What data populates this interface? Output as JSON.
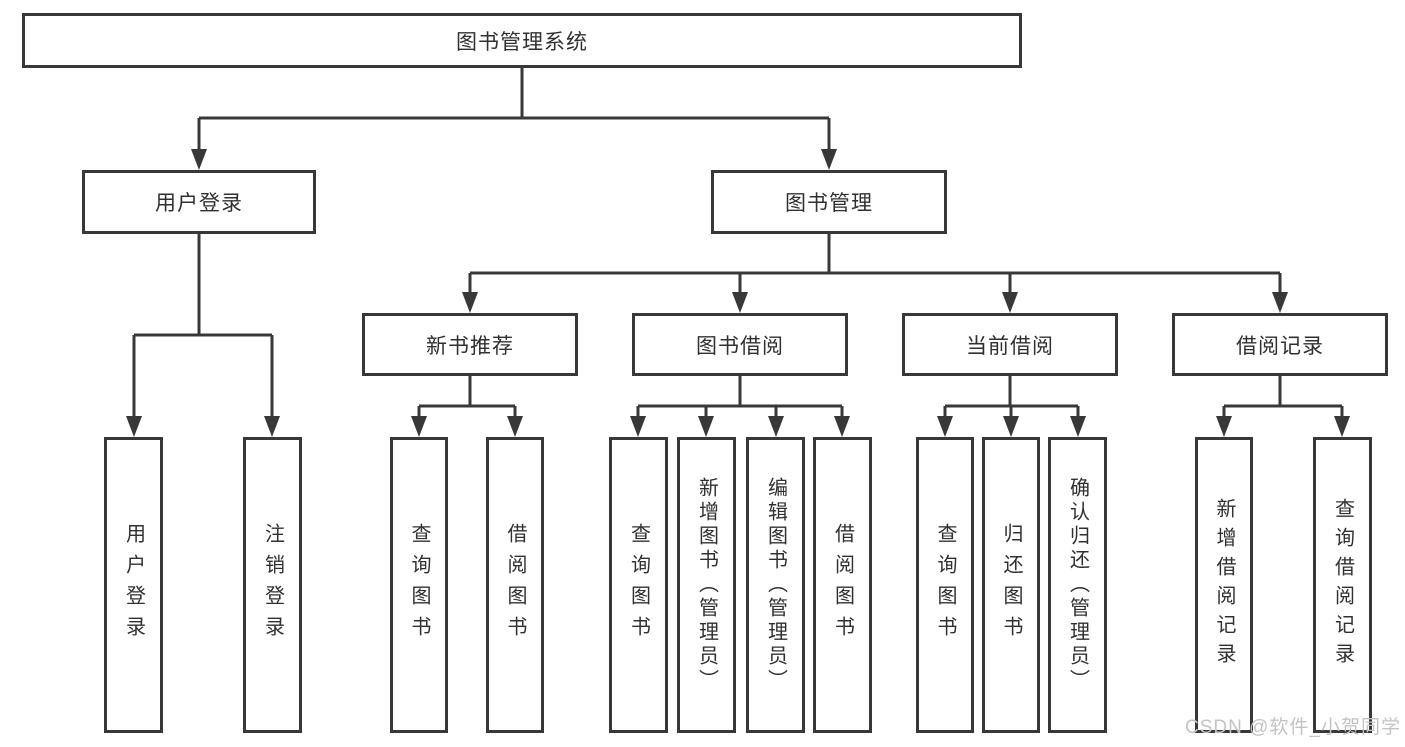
{
  "diagram": {
    "type": "hierarchy-tree",
    "root": {
      "label": "图书管理系统"
    },
    "level2": [
      {
        "label": "用户登录"
      },
      {
        "label": "图书管理"
      }
    ],
    "level3": [
      {
        "label": "新书推荐",
        "parent": "图书管理"
      },
      {
        "label": "图书借阅",
        "parent": "图书管理"
      },
      {
        "label": "当前借阅",
        "parent": "图书管理"
      },
      {
        "label": "借阅记录",
        "parent": "图书管理"
      }
    ],
    "leaves": [
      {
        "label": "用户登录",
        "parent": "用户登录"
      },
      {
        "label": "注销登录",
        "parent": "用户登录"
      },
      {
        "label": "查询图书",
        "parent": "新书推荐"
      },
      {
        "label": "借阅图书",
        "parent": "新书推荐"
      },
      {
        "label": "查询图书",
        "parent": "图书借阅"
      },
      {
        "label": "新增图书（管理员）",
        "parent": "图书借阅"
      },
      {
        "label": "编辑图书（管理员）",
        "parent": "图书借阅"
      },
      {
        "label": "借阅图书",
        "parent": "图书借阅"
      },
      {
        "label": "查询图书",
        "parent": "当前借阅"
      },
      {
        "label": "归还图书",
        "parent": "当前借阅"
      },
      {
        "label": "确认归还（管理员）",
        "parent": "当前借阅"
      },
      {
        "label": "新增借阅记录",
        "parent": "借阅记录"
      },
      {
        "label": "查询借阅记录",
        "parent": "借阅记录"
      }
    ]
  },
  "watermark": {
    "text": "CSDN @软件_小贺同学"
  },
  "colors": {
    "line": "#383838",
    "box_border": "#383838",
    "text": "#303030",
    "watermark": "#c3c3c3",
    "background": "#ffffff"
  }
}
